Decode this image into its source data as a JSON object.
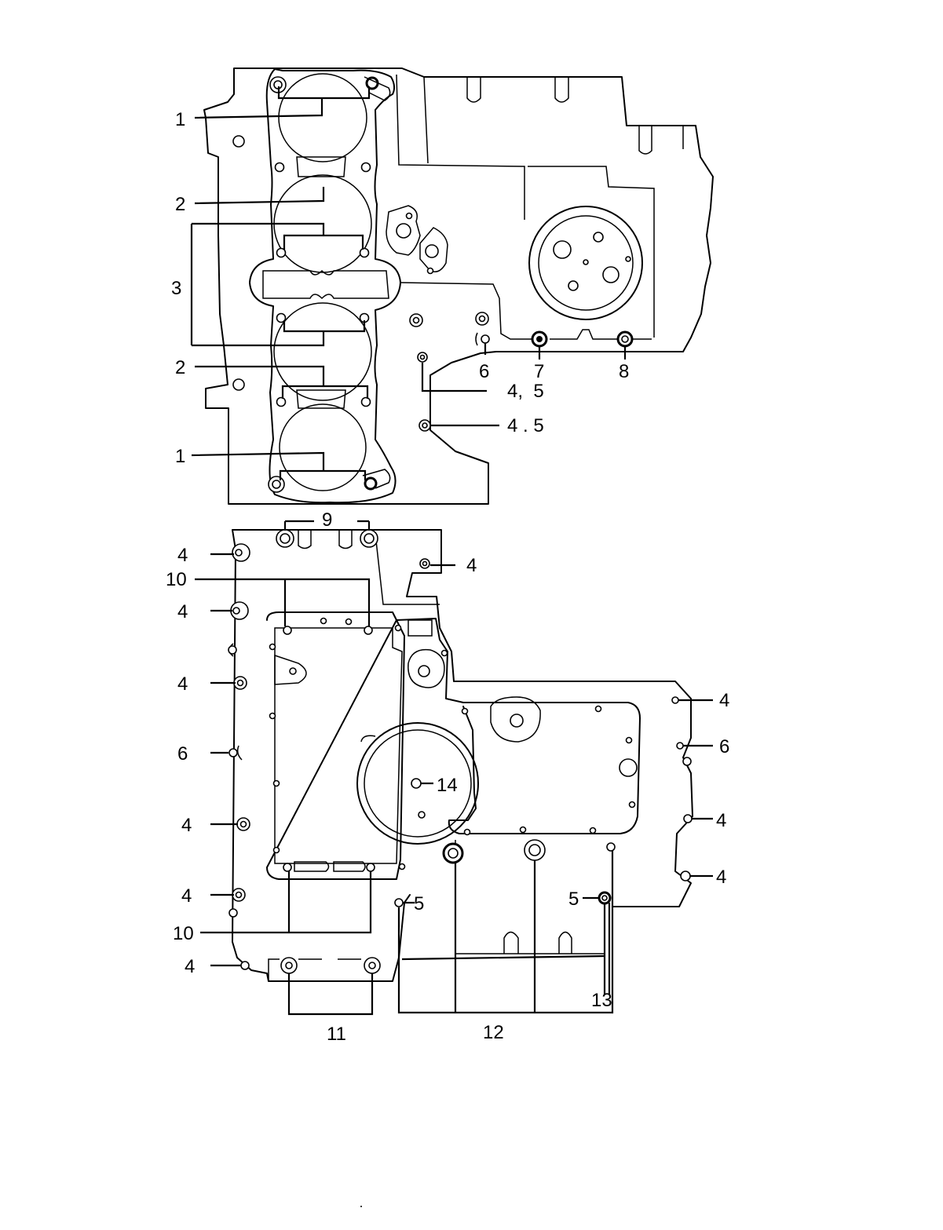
{
  "labels": {
    "top_1a": "1",
    "top_2a": "2",
    "top_3": "3",
    "top_2b": "2",
    "top_1b": "1",
    "top_6": "6",
    "top_7": "7",
    "top_8": "8",
    "top_45a": "4,  5",
    "top_45b": "4 . 5",
    "bot_9": "9",
    "bot_4_l1": "4",
    "bot_4_r1": "4",
    "bot_10a": "10",
    "bot_4_l2": "4",
    "bot_4_l3": "4",
    "bot_6_l": "6",
    "bot_4_l4": "4",
    "bot_4_l5": "4",
    "bot_10b": "10",
    "bot_4_l6": "4",
    "bot_5_mid": "5",
    "bot_14": "14",
    "bot_4_r2": "4",
    "bot_6_r": "6",
    "bot_4_r3": "4",
    "bot_4_r4": "4",
    "bot_5_right": "5",
    "bot_11": "11",
    "bot_12": "12",
    "bot_13": "13"
  }
}
